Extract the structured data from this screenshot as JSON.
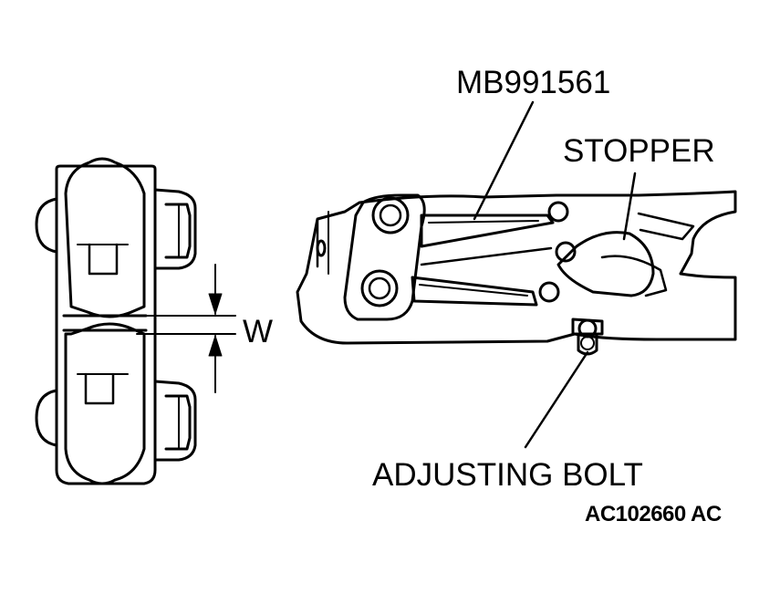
{
  "labels": {
    "tool_number": "MB991561",
    "stopper": "STOPPER",
    "gap": "W",
    "adjusting_bolt": "ADJUSTING BOLT",
    "figure_code": "AC102660 AC"
  }
}
